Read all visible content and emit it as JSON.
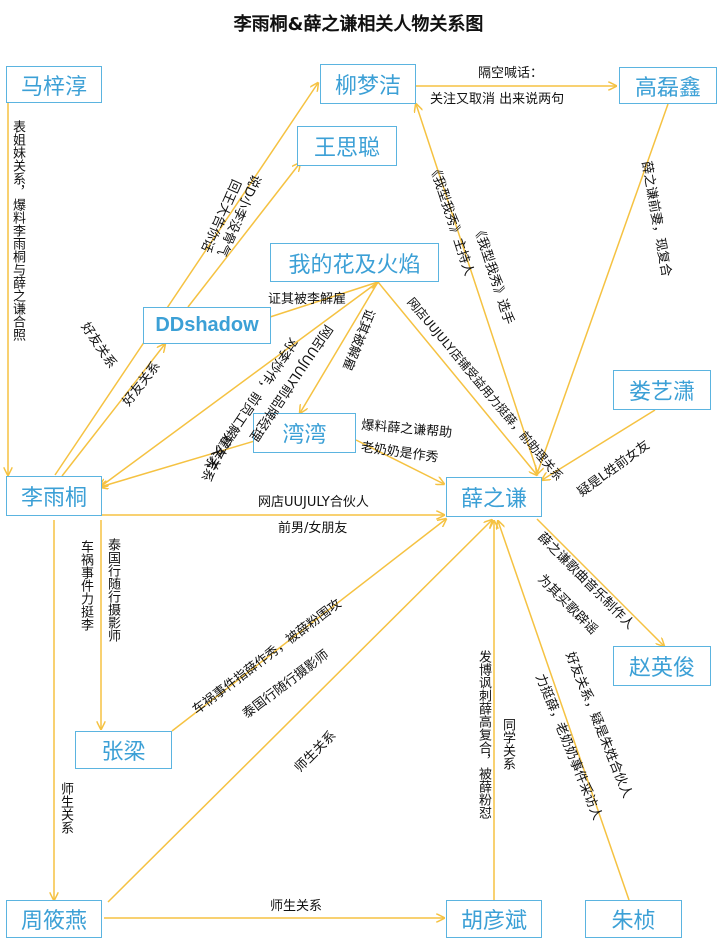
{
  "title": "李雨桐&薛之谦相关人物关系图",
  "colors": {
    "node_border": "#5bb4e0",
    "node_text": "#3ca0d6",
    "edge": "#f5c242",
    "text": "#111111"
  },
  "nodes": {
    "mazichun": "马梓淳",
    "liumengjie": "柳梦洁",
    "gaoleixin": "高磊鑫",
    "wangsicong": "王思聪",
    "wodehua": "我的花及火焰",
    "ddshadow": "DDshadow",
    "louyixiao": "娄艺潇",
    "wanwan": "湾湾",
    "liyutong": "李雨桐",
    "xuezhiqian": "薛之谦",
    "zhaoyingjun": "赵英俊",
    "zhangliang": "张梁",
    "zhouxiaoyan": "周筱燕",
    "huyanbin": "胡彦斌",
    "zhuzhen": "朱桢"
  },
  "edges": {
    "mazichun_liyutong": "表姐妹关系，爆料李雨桐与薛之谦合照",
    "liyutong_liumengjie": "好友关系",
    "liumengjie_gaoleixin_top": "隔空喊话：",
    "liumengjie_gaoleixin_bottom": "关注又取消  出来说两句",
    "gaoleixin_xuezhiqian": "薛之谦前妻，现复合",
    "ddshadow_wangsicong_1": "说D小李没骨气",
    "ddshadow_wangsicong_2": "回王大告你话",
    "ddshadow_wodehua": "证其被李解雇",
    "xuezhiqian_liumengjie_1": "《我型我秀》主持人",
    "xuezhiqian_liumengjie_2": "《我型我秀》选手",
    "wodehua_xuezhiqian": "网店UUJULY店铺受益用力挺薛，前助理关系",
    "wodehua_wanwan": "证其被解雇",
    "wodehua_liyutong_1": "网店UUJULY前品牌经理",
    "wodehua_liyutong_2": "对李炒作，前员工解雇关系",
    "liyutong_ddshadow": "好友关系",
    "wanwan_liyutong": "好友关系",
    "wanwan_xuezhiqian_1": "爆料薛之谦帮助",
    "wanwan_xuezhiqian_2": "老奶奶是作秀",
    "louyixiao_xuezhiqian": "疑是L姓前女友",
    "liyutong_xuezhiqian_1": "网店UUJULY合伙人",
    "liyutong_xuezhiqian_2": "前男/女朋友",
    "liyutong_zhangliang_1": "泰国行随行摄影师",
    "liyutong_zhangliang_2": "车祸事件力挺李",
    "zhangliang_xuezhiqian_1": "车祸事件指薛作秀，被薛粉围攻",
    "zhangliang_xuezhiqian_2": "泰国行随行摄影师",
    "xuezhiqian_zhaoyingjun_1": "薛之谦歌曲音乐制作人",
    "xuezhiqian_zhaoyingjun_2": "为其买歌辟谣",
    "zhouxiaoyan_xuezhiqian": "师生关系",
    "liyutong_zhouxiaoyan": "师生关系",
    "zhouxiaoyan_huyanbin": "师生关系",
    "huyanbin_xuezhiqian_1": "发博讽刺薛高复合，被薛粉怼",
    "huyanbin_xuezhiqian_2": "同学关系",
    "zhuzhen_xuezhiqian_1": "好友关系，疑是朱姓合伙人",
    "zhuzhen_xuezhiqian_2": "力挺薛，老奶奶事件采访人"
  }
}
